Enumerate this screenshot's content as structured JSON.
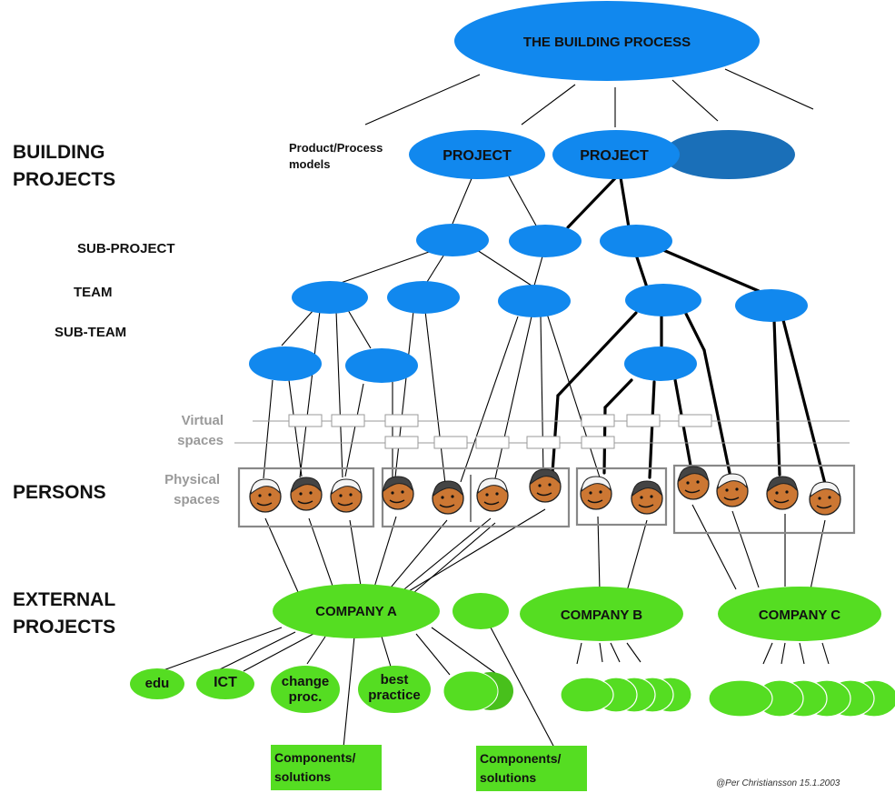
{
  "title": "THE BUILDING PROCESS",
  "level_labels": {
    "building_projects": "BUILDING\nPROJECTS",
    "sub_project": "SUB-PROJECT",
    "team": "TEAM",
    "sub_team": "SUB-TEAM",
    "persons": "PERSONS",
    "external_projects": "EXTERNAL\nPROJECTS"
  },
  "product_process_models": "Product/Process\nmodels",
  "projects": [
    "PROJECT",
    "PROJECT"
  ],
  "space_labels": {
    "virtual": "Virtual\nspaces",
    "physical": "Physical\nspaces"
  },
  "companies": [
    "COMPANY A",
    "COMPANY B",
    "COMPANY C"
  ],
  "company_a_branches": [
    "edu",
    "ICT",
    "change\nproc.",
    "best\npractice"
  ],
  "components": [
    "Components/\nsolutions",
    "Components/\nsolutions"
  ],
  "copyright": "@Per Christiansson 15.1.2003",
  "colors": {
    "blue": "#1188ee",
    "dark_blue": "#1a6fb8",
    "green": "#55dd22",
    "face": "#cc7733",
    "hair_dark": "#444444",
    "hair_white": "#f4f4f4",
    "box": "#888888",
    "space_label": "#9a9a9a"
  },
  "icons": [
    "person-face-icon"
  ]
}
